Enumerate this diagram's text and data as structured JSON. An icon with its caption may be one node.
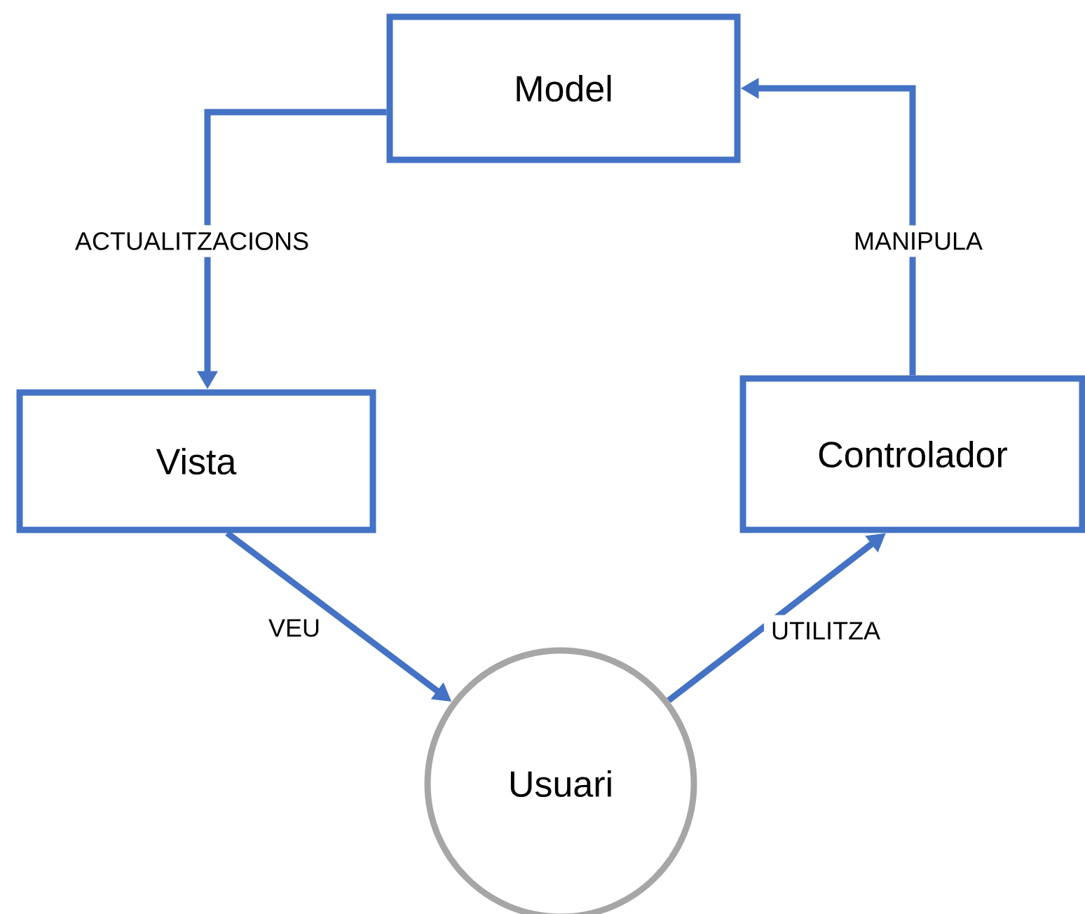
{
  "diagram": {
    "nodes": [
      {
        "text": [
          "Model"
        ]
      },
      {
        "text": [
          "Vista"
        ]
      },
      {
        "text": [
          "Controlador"
        ]
      },
      {
        "text": [
          "Usuari"
        ]
      }
    ],
    "edges": [
      {
        "from": 0,
        "to": 1,
        "arrow": "to",
        "label": "ACTUALITZACIONS"
      },
      {
        "from": 2,
        "to": 0,
        "arrow": "to",
        "label": "MANIPULA"
      },
      {
        "from": 1,
        "to": 3,
        "arrow": "to",
        "label": "VEU"
      },
      {
        "from": 3,
        "to": 2,
        "arrow": "to",
        "label": "UTILITZA"
      }
    ]
  }
}
